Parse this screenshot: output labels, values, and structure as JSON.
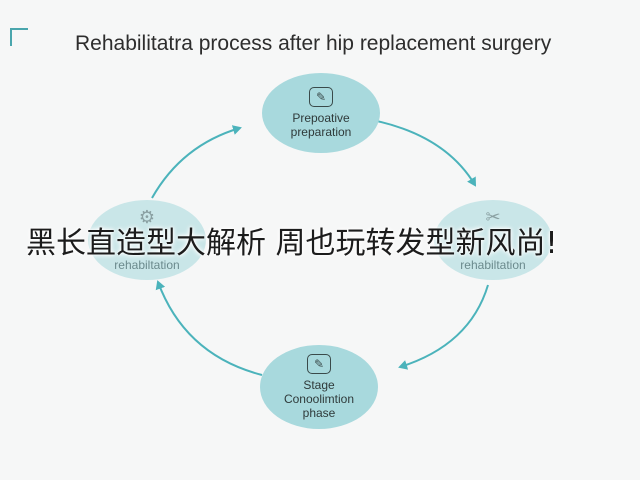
{
  "diagram": {
    "title": "Rehabilitatra process after hip replacement surgery",
    "nodes": {
      "top": {
        "label_1": "Prepoative",
        "label_2": "preparation",
        "icon": "pen-icon"
      },
      "left": {
        "label_1": "rehabiltation",
        "icon": "gear-icon"
      },
      "right": {
        "label_1": "rehabiltation",
        "icon": "scissors-icon"
      },
      "bottom": {
        "label_1": "Stage",
        "label_2": "Conoolimtion",
        "label_3": "phase",
        "icon": "pen-icon"
      }
    }
  },
  "overlay_text": "黑长直造型大解析 周也玩转发型新风尚!",
  "colors": {
    "node_fill": "#a8d9dd",
    "arrow": "#4bb3bb",
    "accent": "#4aa6ad"
  }
}
